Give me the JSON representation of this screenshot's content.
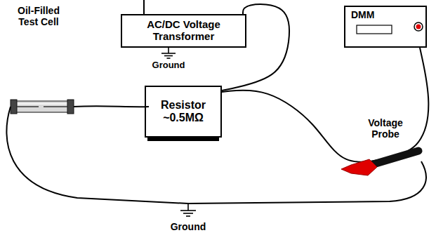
{
  "diagram": {
    "nodes": [
      {
        "text": [
          "AC/DC Voltage Transformer"
        ]
      },
      {
        "text": [
          "Resistor ~0.5MΩ"
        ]
      },
      {
        "text": [
          "DMM"
        ]
      }
    ],
    "edges": [
      {
        "from": 0,
        "to": 1,
        "arrow": "none"
      },
      {
        "from": 1,
        "to": 2,
        "arrow": "none"
      }
    ],
    "labels": [
      "Oil-Filled Test Cell",
      "Ground",
      "Voltage Probe",
      "Ground"
    ]
  }
}
